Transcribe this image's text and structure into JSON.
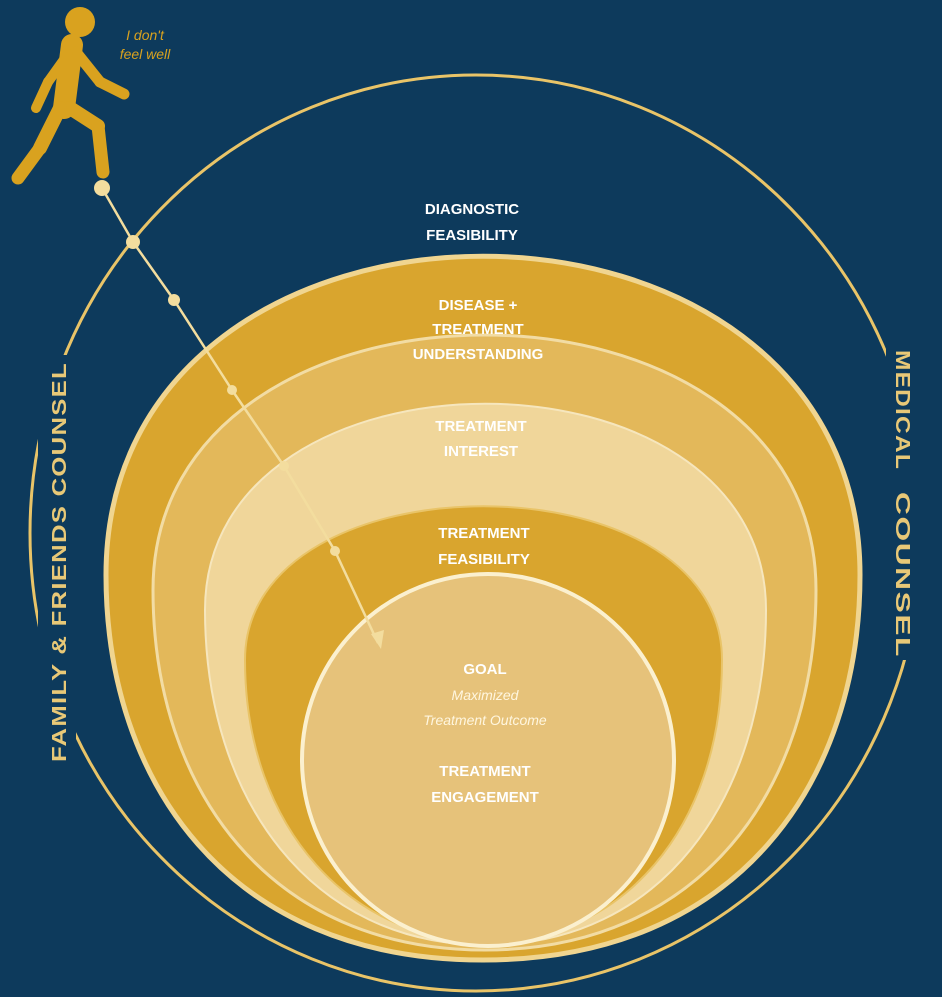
{
  "speech": {
    "line1": "I don't",
    "line2": "feel well"
  },
  "side_labels": {
    "left": "FAMILY & FRIENDS COUNSEL",
    "right_part1": "MEDICAL",
    "right_part2": "COUNSEL"
  },
  "stages": {
    "diagnostic": {
      "line1": "DIAGNOSTIC",
      "line2": "FEASIBILITY"
    },
    "understanding": {
      "line1": "DISEASE +",
      "line2": "TREATMENT",
      "line3": "UNDERSTANDING"
    },
    "interest": {
      "line1": "TREATMENT",
      "line2": "INTEREST"
    },
    "feasibility": {
      "line1": "TREATMENT",
      "line2": "FEASIBILITY"
    },
    "goal": {
      "title": "GOAL",
      "subtitle1": "Maximized",
      "subtitle2": "Treatment Outcome",
      "engage1": "TREATMENT",
      "engage2": "ENGAGEMENT"
    }
  },
  "colors": {
    "background": "#0d3a5c",
    "outer_ring": "#e9c468",
    "band_diagnostic": "#d9a52e",
    "band_understanding": "#e3b85a",
    "band_interest": "#f0d69a",
    "band_feasibility": "#d9a52e",
    "goal": "#e6c27a",
    "figure": "#d9a21f",
    "path": "#f3dd9e"
  }
}
